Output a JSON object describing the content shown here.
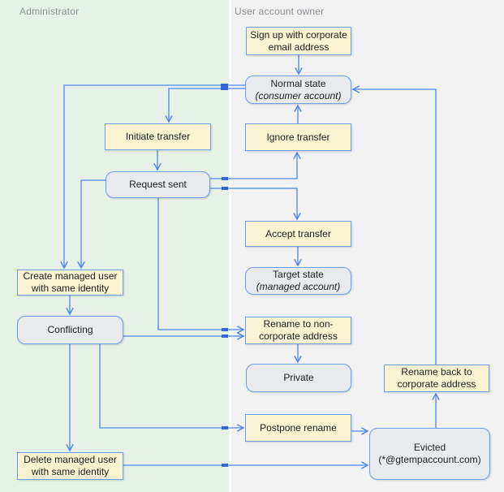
{
  "lanes": {
    "admin": {
      "title": "Administrator"
    },
    "user": {
      "title": "User account owner"
    }
  },
  "nodes": {
    "signup": {
      "label": "Sign up with corporate email address",
      "type": "action"
    },
    "normal": {
      "label": "Normal state",
      "sublabel": "(consumer account)",
      "type": "state"
    },
    "initiate": {
      "label": "Initiate transfer",
      "type": "action"
    },
    "ignore": {
      "label": "Ignore transfer",
      "type": "action"
    },
    "request": {
      "label": "Request sent",
      "type": "state"
    },
    "accept": {
      "label": "Accept transfer",
      "type": "action"
    },
    "target": {
      "label": "Target state",
      "sublabel": "(managed account)",
      "type": "state"
    },
    "create": {
      "label": "Create managed user with same identity",
      "type": "action"
    },
    "conflicting": {
      "label": "Conflicting",
      "type": "state"
    },
    "rename_non": {
      "label": "Rename to non-corporate address",
      "type": "action"
    },
    "private": {
      "label": "Private",
      "type": "state"
    },
    "rename_back": {
      "label": "Rename back to corporate address",
      "type": "action"
    },
    "postpone": {
      "label": "Postpone rename",
      "type": "action"
    },
    "evicted": {
      "label": "Evicted",
      "sublabel": "(*@gtempaccount.com)",
      "type": "state"
    },
    "delete": {
      "label": "Delete managed user with same identity",
      "type": "action"
    }
  },
  "edges": [
    {
      "from": "signup",
      "to": "normal"
    },
    {
      "from": "normal",
      "to": "initiate"
    },
    {
      "from": "normal",
      "to": "create"
    },
    {
      "from": "initiate",
      "to": "request"
    },
    {
      "from": "request",
      "to": "ignore"
    },
    {
      "from": "request",
      "to": "accept"
    },
    {
      "from": "request",
      "to": "create"
    },
    {
      "from": "request",
      "to": "rename_non"
    },
    {
      "from": "ignore",
      "to": "normal"
    },
    {
      "from": "accept",
      "to": "target"
    },
    {
      "from": "create",
      "to": "conflicting"
    },
    {
      "from": "conflicting",
      "to": "rename_non"
    },
    {
      "from": "conflicting",
      "to": "postpone"
    },
    {
      "from": "conflicting",
      "to": "delete"
    },
    {
      "from": "rename_non",
      "to": "private"
    },
    {
      "from": "postpone",
      "to": "evicted"
    },
    {
      "from": "delete",
      "to": "evicted"
    },
    {
      "from": "evicted",
      "to": "rename_back"
    },
    {
      "from": "rename_back",
      "to": "normal"
    }
  ],
  "colors": {
    "edge_blue": "#4d86e8",
    "node_border_blue": "#6c9eeb",
    "action_fill": "#fcf3d2",
    "state_fill": "#e8eaed",
    "lane_admin_bg": "#e6f1e7",
    "lane_user_bg": "#f2f2f3",
    "crossing_marker": "#3366d6",
    "lane_title_gray": "#8a8f94"
  }
}
